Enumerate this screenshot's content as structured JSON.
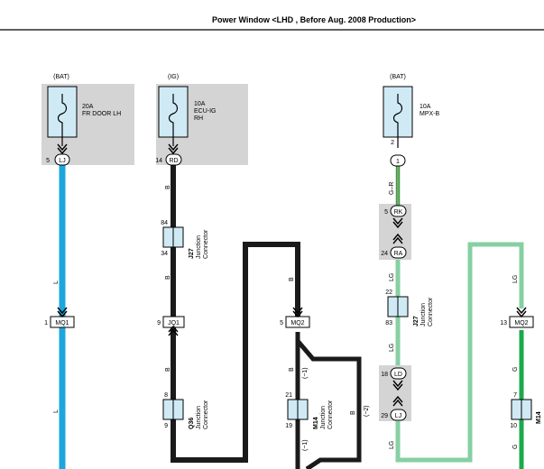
{
  "header": {
    "title": "Power Window <LHD , Before Aug. 2008 Production>"
  },
  "fuses": [
    {
      "id": "fd",
      "source": "(BAT)",
      "rating": "20A",
      "name": "FR DOOR LH",
      "name2": ""
    },
    {
      "id": "ig",
      "source": "(IG)",
      "rating": "10A",
      "name": "ECU-IG",
      "name2": "RH"
    },
    {
      "id": "mpx",
      "source": "(BAT)",
      "rating": "10A",
      "name": "MPX-B",
      "name2": ""
    }
  ],
  "pins": {
    "p_lj": "5",
    "p_rd": "14",
    "p_mpx": "2",
    "p_rk": "5",
    "p_ra": "24",
    "p_mq1": "1",
    "p_jq1": "9",
    "p_mq2": "5",
    "p_mq2r": "13",
    "p_j27a_t": "84",
    "p_j27a_b": "34",
    "p_j27b_t": "22",
    "p_j27b_b": "83",
    "p_q36_t": "8",
    "p_q36_b": "9",
    "p_m14_t": "21",
    "p_m14_b": "19",
    "p_ld": "18",
    "p_lj2": "29",
    "p_m14r_t": "7",
    "p_m14r_b": "10"
  },
  "connectors": {
    "lj": "LJ",
    "rd": "RD",
    "mpx1": "1",
    "rk": "RK",
    "ra": "RA",
    "mq1": "MQ1",
    "jq1": "JQ1",
    "mq2": "MQ2",
    "mq2r": "MQ2",
    "ld": "LD",
    "lj2": "LJ"
  },
  "junctions": {
    "j27": "J27",
    "q36": "Q36",
    "m14": "M14",
    "m14r": "M14",
    "jc1": "Junction",
    "jc2": "Connector"
  },
  "wires": {
    "L": "L",
    "B": "B",
    "GR": "G–R",
    "LG": "LG",
    "G": "G",
    "m1": "(−1)",
    "m2": "(−2)"
  },
  "colors": {
    "blue": "#1da6dc",
    "black": "#1a1a1a",
    "lightgreen": "#86d0a3",
    "green": "#1da94d",
    "grey": "#d4d4d4",
    "fuse_fill": "#cfeaf5"
  }
}
